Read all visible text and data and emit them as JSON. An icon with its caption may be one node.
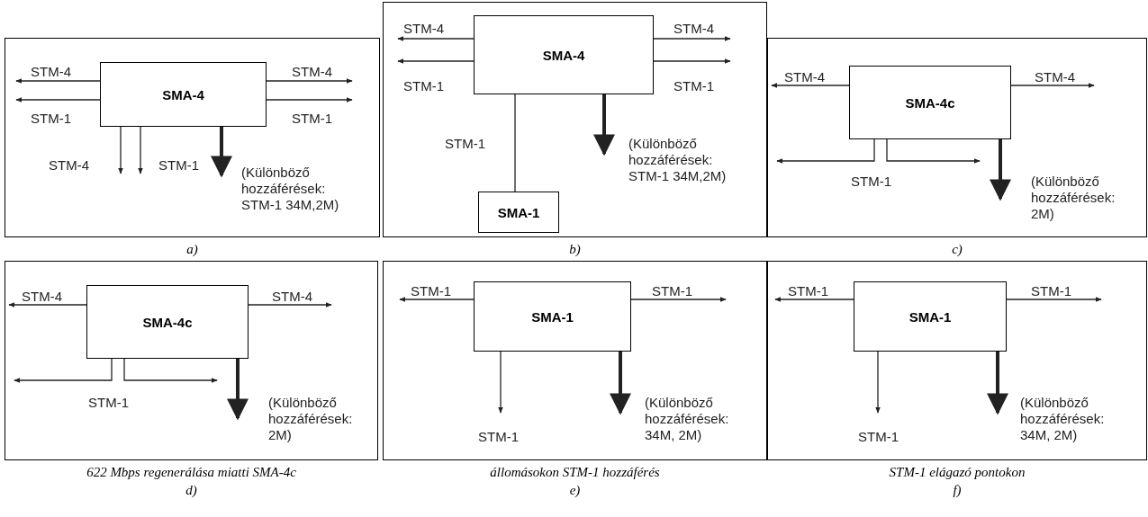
{
  "diagram": {
    "nodes": [
      {
        "text": [
          "a)"
        ]
      },
      {
        "text": [
          "SMA-4"
        ],
        "in": 0
      },
      {
        "text": [
          "b)"
        ]
      },
      {
        "text": [
          "SMA-4"
        ],
        "in": 2
      },
      {
        "text": [
          "SMA-1"
        ],
        "in": 2
      },
      {
        "text": [
          "c)"
        ]
      },
      {
        "text": [
          "SMA-4c"
        ],
        "in": 5
      },
      {
        "text": [
          "622 Mbps regenerálása miatti SMA-4c",
          "d)"
        ]
      },
      {
        "text": [
          "SMA-4c"
        ],
        "in": 7
      },
      {
        "text": [
          "állomásokon STM-1 hozzáférés",
          "e)"
        ]
      },
      {
        "text": [
          "SMA-1"
        ],
        "in": 9
      },
      {
        "text": [
          "STM-1 elágazó pontokon",
          "f)"
        ]
      },
      {
        "text": [
          "SMA-1"
        ],
        "in": 11
      }
    ],
    "edges": [
      {
        "from": 1,
        "to": null,
        "arrow": "to",
        "label": "STM-4"
      },
      {
        "from": 1,
        "to": null,
        "arrow": "to",
        "label": "STM-1"
      },
      {
        "from": 1,
        "to": null,
        "arrow": "to",
        "label": "STM-4"
      },
      {
        "from": 1,
        "to": null,
        "arrow": "to",
        "label": "STM-1"
      },
      {
        "from": 1,
        "to": null,
        "arrow": "to",
        "label": "STM-4"
      },
      {
        "from": 1,
        "to": null,
        "arrow": "to",
        "label": "STM-1"
      },
      {
        "from": 1,
        "to": null,
        "arrow": "to",
        "style": "thick",
        "label": "(Különböző hozzáférések: STM-1 34M,2M)"
      },
      {
        "from": 3,
        "to": null,
        "arrow": "to",
        "label": "STM-4"
      },
      {
        "from": 3,
        "to": null,
        "arrow": "to",
        "label": "STM-1"
      },
      {
        "from": 3,
        "to": null,
        "arrow": "to",
        "label": "STM-4"
      },
      {
        "from": 3,
        "to": null,
        "arrow": "to",
        "label": "STM-1"
      },
      {
        "from": 3,
        "to": 4,
        "arrow": "none",
        "label": "STM-1"
      },
      {
        "from": 3,
        "to": null,
        "arrow": "to",
        "style": "thick",
        "label": "(Különböző hozzáférések: STM-1 34M,2M)"
      },
      {
        "from": 6,
        "to": null,
        "arrow": "to",
        "label": "STM-4"
      },
      {
        "from": 6,
        "to": null,
        "arrow": "to",
        "label": "STM-4"
      },
      {
        "from": 6,
        "to": null,
        "arrow": "to",
        "label": "STM-1"
      },
      {
        "from": 6,
        "to": null,
        "arrow": "to"
      },
      {
        "from": 6,
        "to": null,
        "arrow": "to",
        "style": "thick",
        "label": "(Különböző hozzáférések: 2M)"
      },
      {
        "from": 8,
        "to": null,
        "arrow": "to",
        "label": "STM-4"
      },
      {
        "from": 8,
        "to": null,
        "arrow": "to",
        "label": "STM-4"
      },
      {
        "from": 8,
        "to": null,
        "arrow": "to",
        "label": "STM-1"
      },
      {
        "from": 8,
        "to": null,
        "arrow": "to"
      },
      {
        "from": 8,
        "to": null,
        "arrow": "to",
        "style": "thick",
        "label": "(Különböző hozzáférések: 2M)"
      },
      {
        "from": 10,
        "to": null,
        "arrow": "to",
        "label": "STM-1"
      },
      {
        "from": 10,
        "to": null,
        "arrow": "to",
        "label": "STM-1"
      },
      {
        "from": 10,
        "to": null,
        "arrow": "to",
        "label": "STM-1"
      },
      {
        "from": 10,
        "to": null,
        "arrow": "to",
        "style": "thick",
        "label": "(Különböző hozzáférések: 34M, 2M)"
      },
      {
        "from": 12,
        "to": null,
        "arrow": "to",
        "label": "STM-1"
      },
      {
        "from": 12,
        "to": null,
        "arrow": "to",
        "label": "STM-1"
      },
      {
        "from": 12,
        "to": null,
        "arrow": "to",
        "label": "STM-1"
      },
      {
        "from": 12,
        "to": null,
        "arrow": "to",
        "style": "thick",
        "label": "(Különböző hozzáférések: 34M, 2M)"
      }
    ]
  }
}
